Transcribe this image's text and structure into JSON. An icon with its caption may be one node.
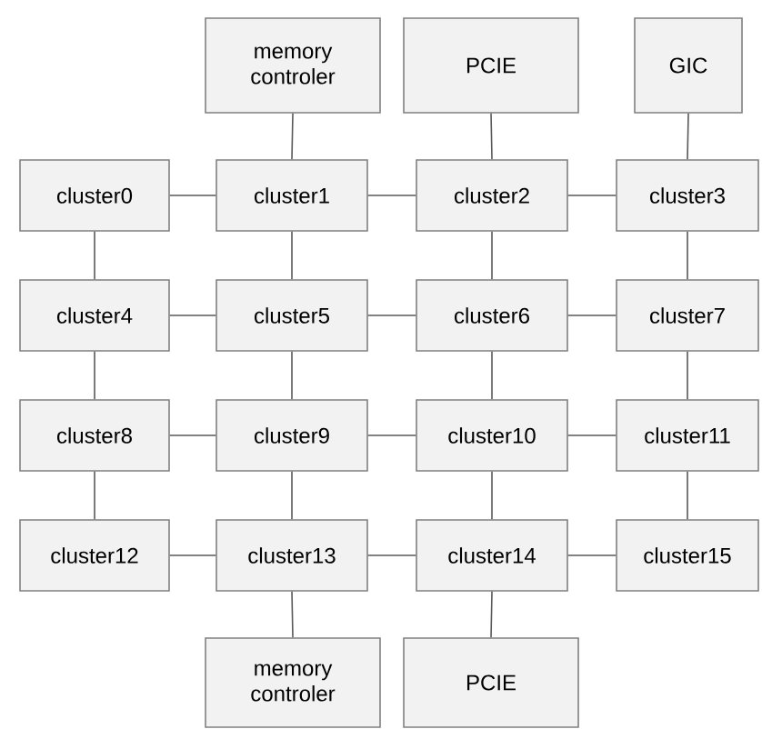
{
  "diagram": {
    "nodes": [
      {
        "text": [
          "memory controler"
        ]
      },
      {
        "text": [
          "PCIE"
        ]
      },
      {
        "text": [
          "GIC"
        ]
      },
      {
        "text": [
          "cluster0"
        ]
      },
      {
        "text": [
          "cluster1"
        ]
      },
      {
        "text": [
          "cluster2"
        ]
      },
      {
        "text": [
          "cluster3"
        ]
      },
      {
        "text": [
          "cluster4"
        ]
      },
      {
        "text": [
          "cluster5"
        ]
      },
      {
        "text": [
          "cluster6"
        ]
      },
      {
        "text": [
          "cluster7"
        ]
      },
      {
        "text": [
          "cluster8"
        ]
      },
      {
        "text": [
          "cluster9"
        ]
      },
      {
        "text": [
          "cluster10"
        ]
      },
      {
        "text": [
          "cluster11"
        ]
      },
      {
        "text": [
          "cluster12"
        ]
      },
      {
        "text": [
          "cluster13"
        ]
      },
      {
        "text": [
          "cluster14"
        ]
      },
      {
        "text": [
          "cluster15"
        ]
      },
      {
        "text": [
          "memory controler"
        ]
      },
      {
        "text": [
          "PCIE"
        ]
      }
    ],
    "edges": [
      {
        "from": 0,
        "to": 4,
        "arrow": "none"
      },
      {
        "from": 1,
        "to": 5,
        "arrow": "none"
      },
      {
        "from": 2,
        "to": 6,
        "arrow": "none"
      },
      {
        "from": 3,
        "to": 4,
        "arrow": "none"
      },
      {
        "from": 4,
        "to": 5,
        "arrow": "none"
      },
      {
        "from": 5,
        "to": 6,
        "arrow": "none"
      },
      {
        "from": 3,
        "to": 7,
        "arrow": "none"
      },
      {
        "from": 4,
        "to": 8,
        "arrow": "none"
      },
      {
        "from": 5,
        "to": 9,
        "arrow": "none"
      },
      {
        "from": 6,
        "to": 10,
        "arrow": "none"
      },
      {
        "from": 7,
        "to": 8,
        "arrow": "none"
      },
      {
        "from": 8,
        "to": 9,
        "arrow": "none"
      },
      {
        "from": 9,
        "to": 10,
        "arrow": "none"
      },
      {
        "from": 7,
        "to": 11,
        "arrow": "none"
      },
      {
        "from": 8,
        "to": 12,
        "arrow": "none"
      },
      {
        "from": 9,
        "to": 13,
        "arrow": "none"
      },
      {
        "from": 10,
        "to": 14,
        "arrow": "none"
      },
      {
        "from": 11,
        "to": 12,
        "arrow": "none"
      },
      {
        "from": 12,
        "to": 13,
        "arrow": "none"
      },
      {
        "from": 13,
        "to": 14,
        "arrow": "none"
      },
      {
        "from": 11,
        "to": 15,
        "arrow": "none"
      },
      {
        "from": 12,
        "to": 16,
        "arrow": "none"
      },
      {
        "from": 13,
        "to": 17,
        "arrow": "none"
      },
      {
        "from": 14,
        "to": 18,
        "arrow": "none"
      },
      {
        "from": 15,
        "to": 16,
        "arrow": "none"
      },
      {
        "from": 16,
        "to": 17,
        "arrow": "none"
      },
      {
        "from": 17,
        "to": 18,
        "arrow": "none"
      },
      {
        "from": 16,
        "to": 19,
        "arrow": "none"
      },
      {
        "from": 17,
        "to": 20,
        "arrow": "none"
      }
    ]
  }
}
